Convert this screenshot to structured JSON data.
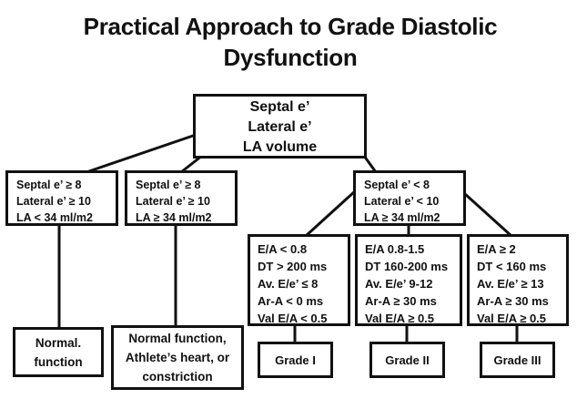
{
  "title": {
    "line1": "Practical Approach to Grade Diastolic",
    "line2": "Dysfunction"
  },
  "colors": {
    "ink": "#111111",
    "background": "#ffffff"
  },
  "nodes": {
    "root": {
      "lines": [
        "Septal e’",
        "Lateral e’",
        "LA volume"
      ]
    },
    "normal_criteria": {
      "lines": [
        "Septal e’ ≥ 8",
        "Lateral e’ ≥ 10",
        "LA < 34 ml/m2"
      ]
    },
    "athlete_criteria": {
      "lines": [
        "Septal e’ ≥ 8",
        "Lateral e’ ≥ 10",
        "LA ≥ 34 ml/m2"
      ]
    },
    "dysfunction_criteria": {
      "lines": [
        "Septal e’ < 8",
        "Lateral e’ < 10",
        "LA ≥ 34 ml/m2"
      ]
    },
    "grade1_criteria": {
      "lines": [
        "E/A < 0.8",
        "DT > 200 ms",
        "Av. E/e’ ≤ 8",
        "Ar-A < 0 ms",
        "Val E/A < 0.5"
      ]
    },
    "grade2_criteria": {
      "lines": [
        "E/A 0.8-1.5",
        "DT 160-200 ms",
        "Av. E/e’ 9-12",
        "Ar-A ≥ 30 ms",
        "Val E/A ≥ 0.5"
      ]
    },
    "grade3_criteria": {
      "lines": [
        "E/A ≥ 2",
        "DT < 160 ms",
        "Av. E/e’ ≥ 13",
        "Ar-A ≥ 30 ms",
        "Val E/A ≥ 0.5"
      ]
    },
    "outcome_normal": {
      "lines": [
        "Normal.",
        "function"
      ]
    },
    "outcome_athlete": {
      "lines": [
        "Normal function,",
        "Athlete’s heart, or",
        "constriction"
      ]
    },
    "outcome_grade1": {
      "label": "Grade I"
    },
    "outcome_grade2": {
      "label": "Grade II"
    },
    "outcome_grade3": {
      "label": "Grade III"
    }
  }
}
